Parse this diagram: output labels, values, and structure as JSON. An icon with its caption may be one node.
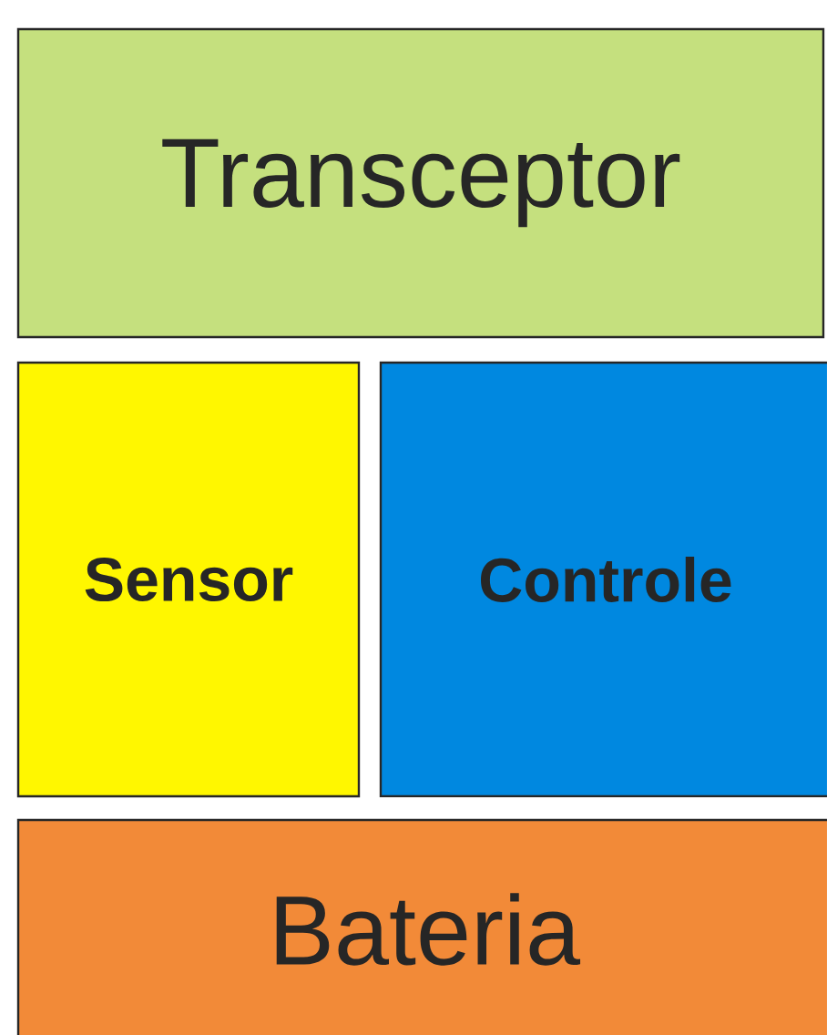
{
  "diagram": {
    "nodes": [
      {
        "text": [
          "Transceptor"
        ]
      },
      {
        "text": [
          "**Sensor**"
        ]
      },
      {
        "text": [
          "**Controle**"
        ]
      },
      {
        "text": [
          "Bateria"
        ]
      }
    ]
  }
}
